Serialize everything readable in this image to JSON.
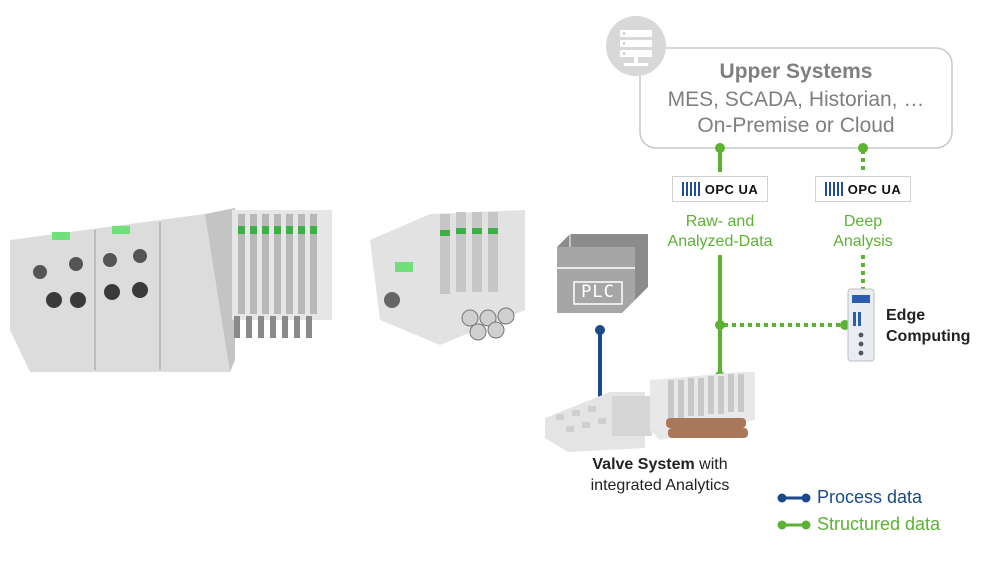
{
  "upper_systems": {
    "title": "Upper Systems",
    "line1": "MES, SCADA, Historian, …",
    "line2": "On-Premise or Cloud"
  },
  "opc_left": {
    "logo": "OPC UA",
    "label_line1": "Raw- and",
    "label_line2": "Analyzed-Data"
  },
  "opc_right": {
    "logo": "OPC UA",
    "label_line1": "Deep",
    "label_line2": "Analysis"
  },
  "plc": {
    "label": "PLC"
  },
  "edge": {
    "line1": "Edge",
    "line2": "Computing"
  },
  "valve_system": {
    "bold": "Valve System",
    "rest": " with",
    "line2": "integrated Analytics"
  },
  "legend": {
    "process": "Process data",
    "structured": "Structured data"
  },
  "colors": {
    "process": "#1a4a8a",
    "structured": "#5bb233",
    "box_border": "#c8c8c8",
    "gray_text": "#7f7f7f"
  },
  "icons": {
    "server": "server-icon",
    "plc": "plc-icon",
    "edge_device": "edge-device-icon"
  }
}
